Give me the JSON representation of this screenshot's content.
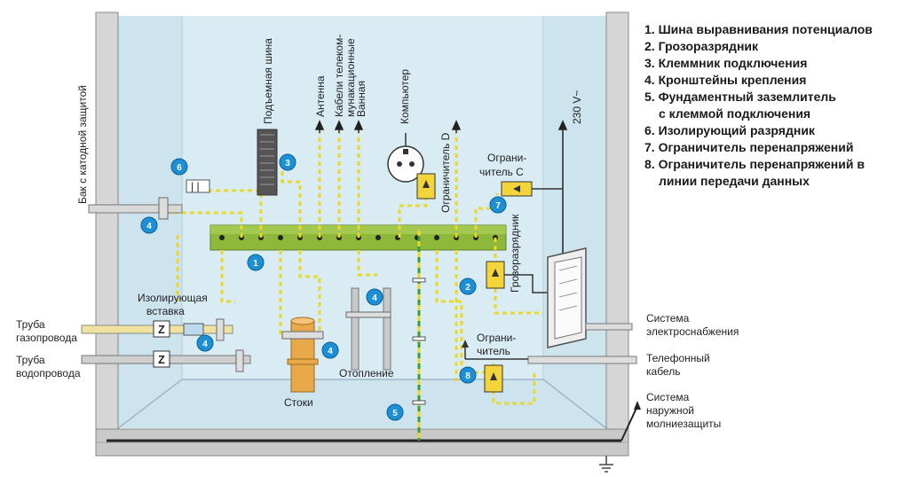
{
  "legend": [
    "1. Шина выравнивания потенциалов",
    "2. Грозоразрядник",
    "3. Клеммник подключения",
    "4. Кронштейны крепления",
    "5. Фундаментный заземлитель",
    "с клеммой подключения",
    "6. Изолирующий разрядник",
    "7. Ограничитель перенапряжений",
    "8. Ограничитель перенапряжений в",
    "линии передачи данных"
  ],
  "labels": {
    "tank": "Бак с катодной защитой",
    "lift_bus": "Подъемная шина",
    "antenna": "Антенна",
    "telecom_1": "Кабели телеком-",
    "telecom_2": "мунакационные",
    "bath": "Ванная",
    "computer": "Компьютер",
    "limiter_d": "Ограничитель D",
    "limiter_c_1": "Ограни-",
    "limiter_c_2": "читель С",
    "voltage": "230 V~",
    "arrester": "Грозоразрядник",
    "insulating_1": "Изолирующая",
    "insulating_2": "вставка",
    "gas_1": "Труба",
    "gas_2": "газопровода",
    "water_1": "Труба",
    "water_2": "водопровода",
    "drains": "Стоки",
    "heating": "Отопление",
    "limiter_1": "Ограни-",
    "limiter_2": "читель",
    "power_1": "Система",
    "power_2": "электроснабжения",
    "phone_1": "Телефонный",
    "phone_2": "кабель",
    "lightning_1": "Система",
    "lightning_2": "наружной",
    "lightning_3": "молниезащиты",
    "z": "Z"
  },
  "markers": {
    "m1": "1",
    "m2": "2",
    "m3": "3",
    "m4a": "4",
    "m4b": "4",
    "m4c": "4",
    "m4d": "4",
    "m5": "5",
    "m6": "6",
    "m7": "7",
    "m8": "8"
  },
  "colors": {
    "room": "#cde3ee",
    "wall": "#d8d8d8",
    "marker": "#1d8fd4",
    "bus": "#8db83a",
    "ground_yellow": "#e8d92a",
    "ground_green": "#3d9a3d"
  }
}
